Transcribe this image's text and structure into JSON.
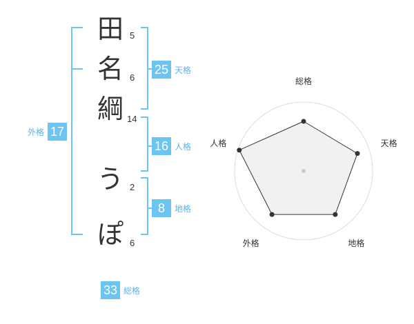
{
  "characters": [
    {
      "char": "田",
      "strokes": "5"
    },
    {
      "char": "名",
      "strokes": "6"
    },
    {
      "char": "綱",
      "strokes": "14"
    },
    {
      "char": "う",
      "strokes": "2"
    },
    {
      "char": "ぽ",
      "strokes": "6"
    }
  ],
  "kaku": {
    "tenkaku": {
      "value": "25",
      "label": "天格"
    },
    "jinkaku": {
      "value": "16",
      "label": "人格"
    },
    "chikaku": {
      "value": "8",
      "label": "地格"
    },
    "gaikaku": {
      "value": "17",
      "label": "外格"
    },
    "soukaku": {
      "value": "33",
      "label": "総格"
    }
  },
  "radar": {
    "axes": [
      "総格",
      "天格",
      "地格",
      "外格",
      "人格"
    ],
    "levels": 4,
    "values": [
      0.72,
      0.82,
      0.78,
      0.78,
      0.98
    ],
    "colors": {
      "line": "#333333",
      "fill": "#e6e6e6",
      "grid": "#dddddd",
      "point": "#333333"
    }
  },
  "colors": {
    "accent": "#6cc4f2",
    "accent_text": "#5ab4e8"
  }
}
